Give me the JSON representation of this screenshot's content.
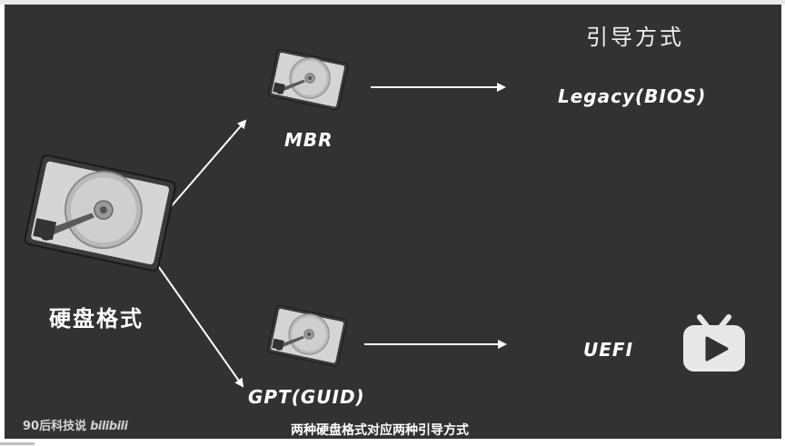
{
  "video": {
    "heading": "引导方式",
    "root_label": "硬盘格式",
    "mbr_label": "MBR",
    "gpt_label": "GPT(GUID)",
    "legacy_label": "Legacy(BIOS)",
    "uefi_label": "UEFI",
    "subtitle": "两种硬盘格式对应两种引导方式",
    "watermark": "90后科技说",
    "watermark_logo": "bilibili"
  },
  "colors": {
    "background": "#323232",
    "text": "#ffffff",
    "arrow": "#ffffff"
  },
  "icons": [
    "hard-drive-icon",
    "arrow-icon",
    "bilibili-tv-icon"
  ]
}
